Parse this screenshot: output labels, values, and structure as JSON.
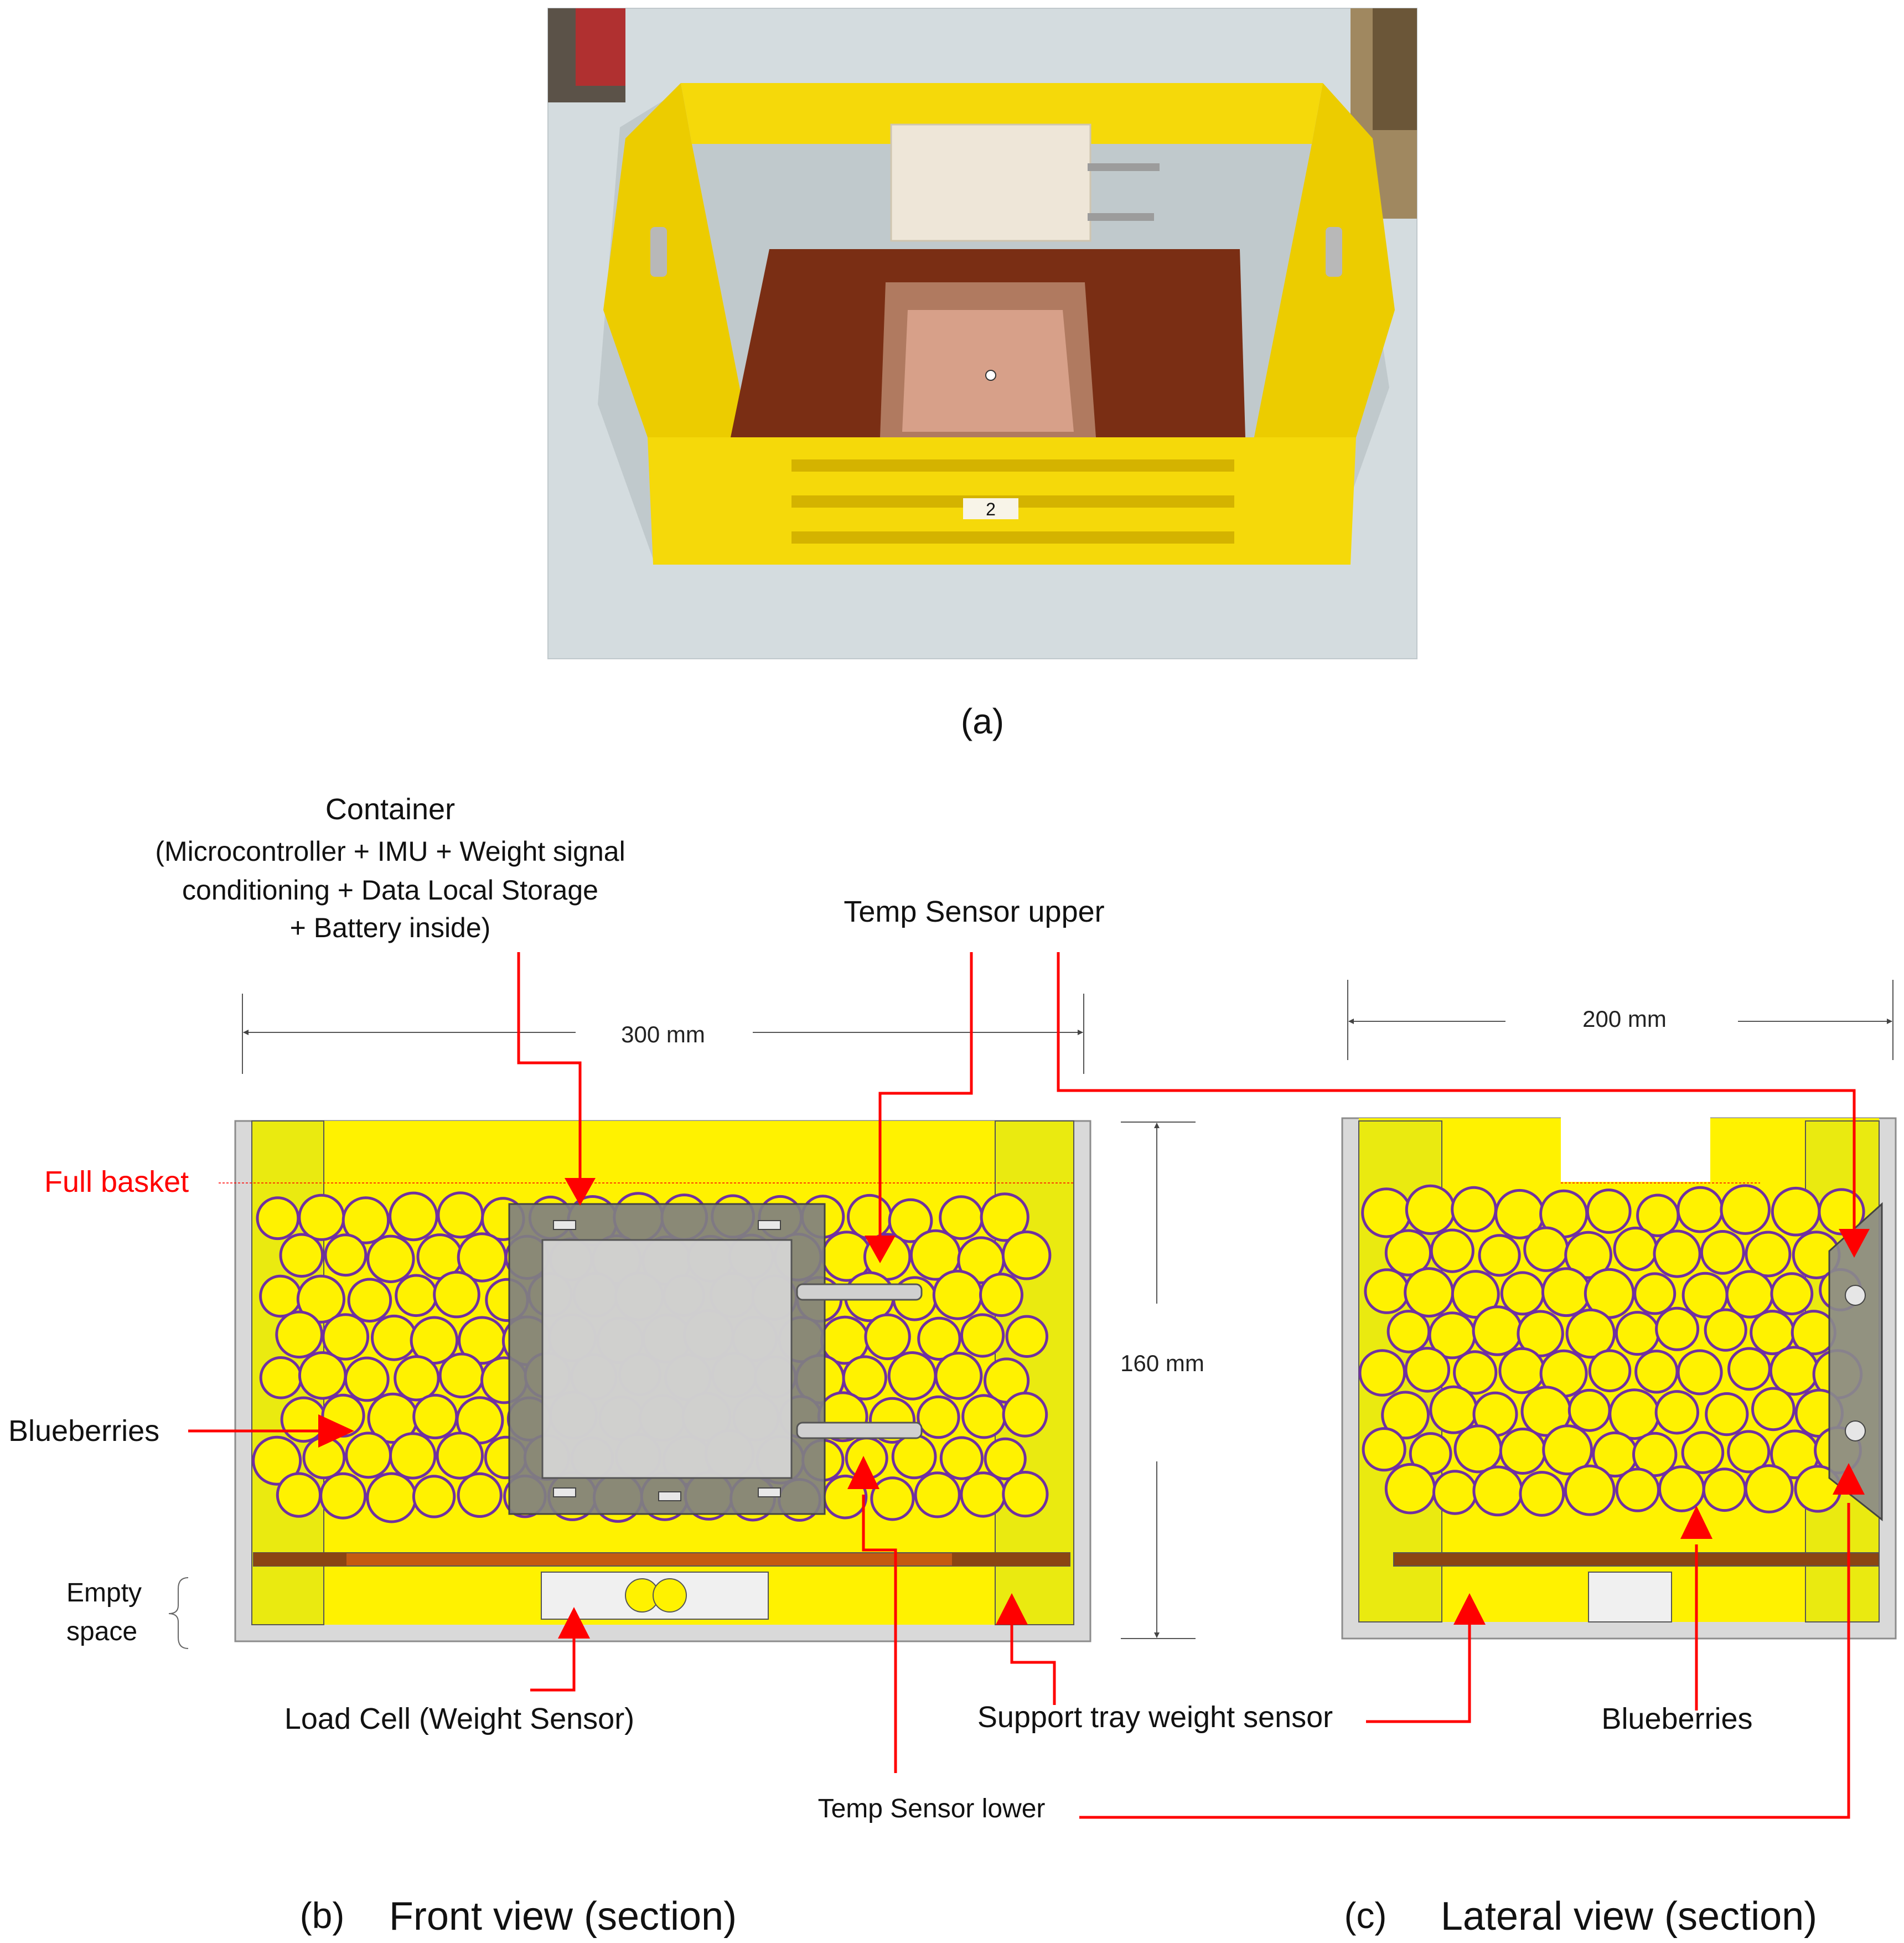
{
  "panels": {
    "a": {
      "caption": "(a)",
      "basket_number": "2"
    },
    "b": {
      "caption_letter": "(b)",
      "caption_title": "Front view (section)"
    },
    "c": {
      "caption_letter": "(c)",
      "caption_title": "Lateral view (section)"
    }
  },
  "labels": {
    "container_title": "Container",
    "container_line1": "(Microcontroller +  IMU + Weight signal",
    "container_line2": "conditioning + Data Local Storage",
    "container_line3": "+ Battery inside)",
    "temp_upper": "Temp Sensor upper",
    "temp_lower": "Temp Sensor lower",
    "full_basket": "Full basket",
    "blueberries_left": "Blueberries",
    "blueberries_right": "Blueberries",
    "empty_space_1": "Empty",
    "empty_space_2": "space",
    "load_cell": "Load Cell (Weight Sensor)",
    "support_tray": "Support tray weight sensor"
  },
  "dimensions": {
    "front_width": "300 mm",
    "lateral_width": "200 mm",
    "height": "160 mm"
  },
  "colors": {
    "basket_yellow": "#fff200",
    "post_yellow": "#eaea10",
    "berry_outline": "#7030a0",
    "arrow_red": "#ff0000",
    "tray_brown": "#8b4513",
    "container_gray": "#7f7f7f",
    "basket_wall": "#d9d9d9"
  }
}
